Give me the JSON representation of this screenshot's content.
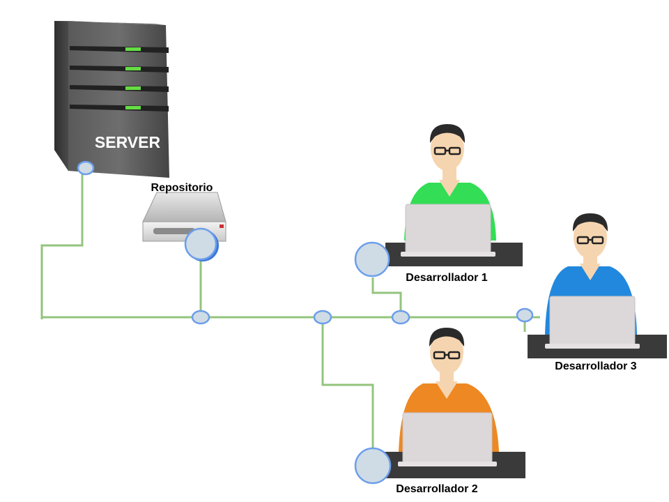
{
  "diagram": {
    "server_label": "SERVER",
    "repository_label": "Repositorio",
    "developer_1_label": "Desarrollador 1",
    "developer_2_label": "Desarrollador 2",
    "developer_3_label": "Desarrollador 3"
  },
  "colors": {
    "network_line": "#93c47d",
    "node_fill": "#cfdce5",
    "node_stroke": "#6d9eeb",
    "server_body": "#4a4a4a",
    "server_led": "#66dd44",
    "desk": "#3a3a3a",
    "laptop": "#dcd8da",
    "dev1_shirt": "#33dd55",
    "dev2_shirt": "#ee8822",
    "dev3_shirt": "#2288dd",
    "skin": "#f5d5b0",
    "hair": "#2a2a2a"
  },
  "icons": [
    "server-icon",
    "repository-disk-icon",
    "developer-icon",
    "laptop-icon",
    "network-node-icon"
  ]
}
